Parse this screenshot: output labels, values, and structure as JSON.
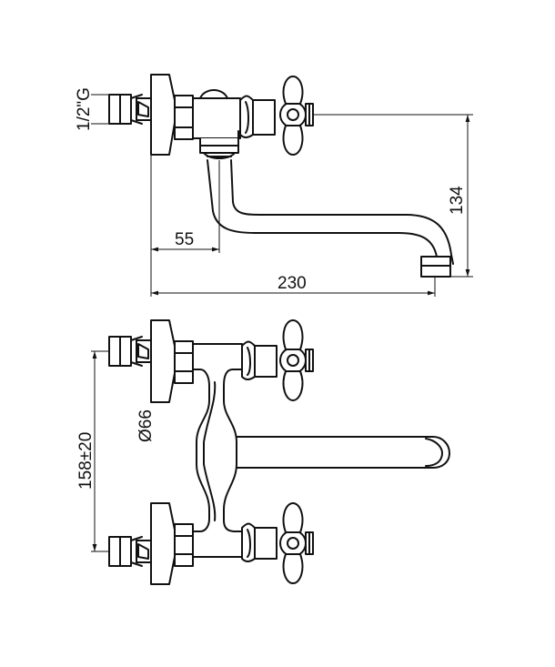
{
  "dimensions": {
    "thread": "1/2\"G",
    "overall_width": "230",
    "spout_height": "134",
    "outlet_offset": "55",
    "center_distance": "158±20",
    "flange_diameter": "Ø66"
  }
}
